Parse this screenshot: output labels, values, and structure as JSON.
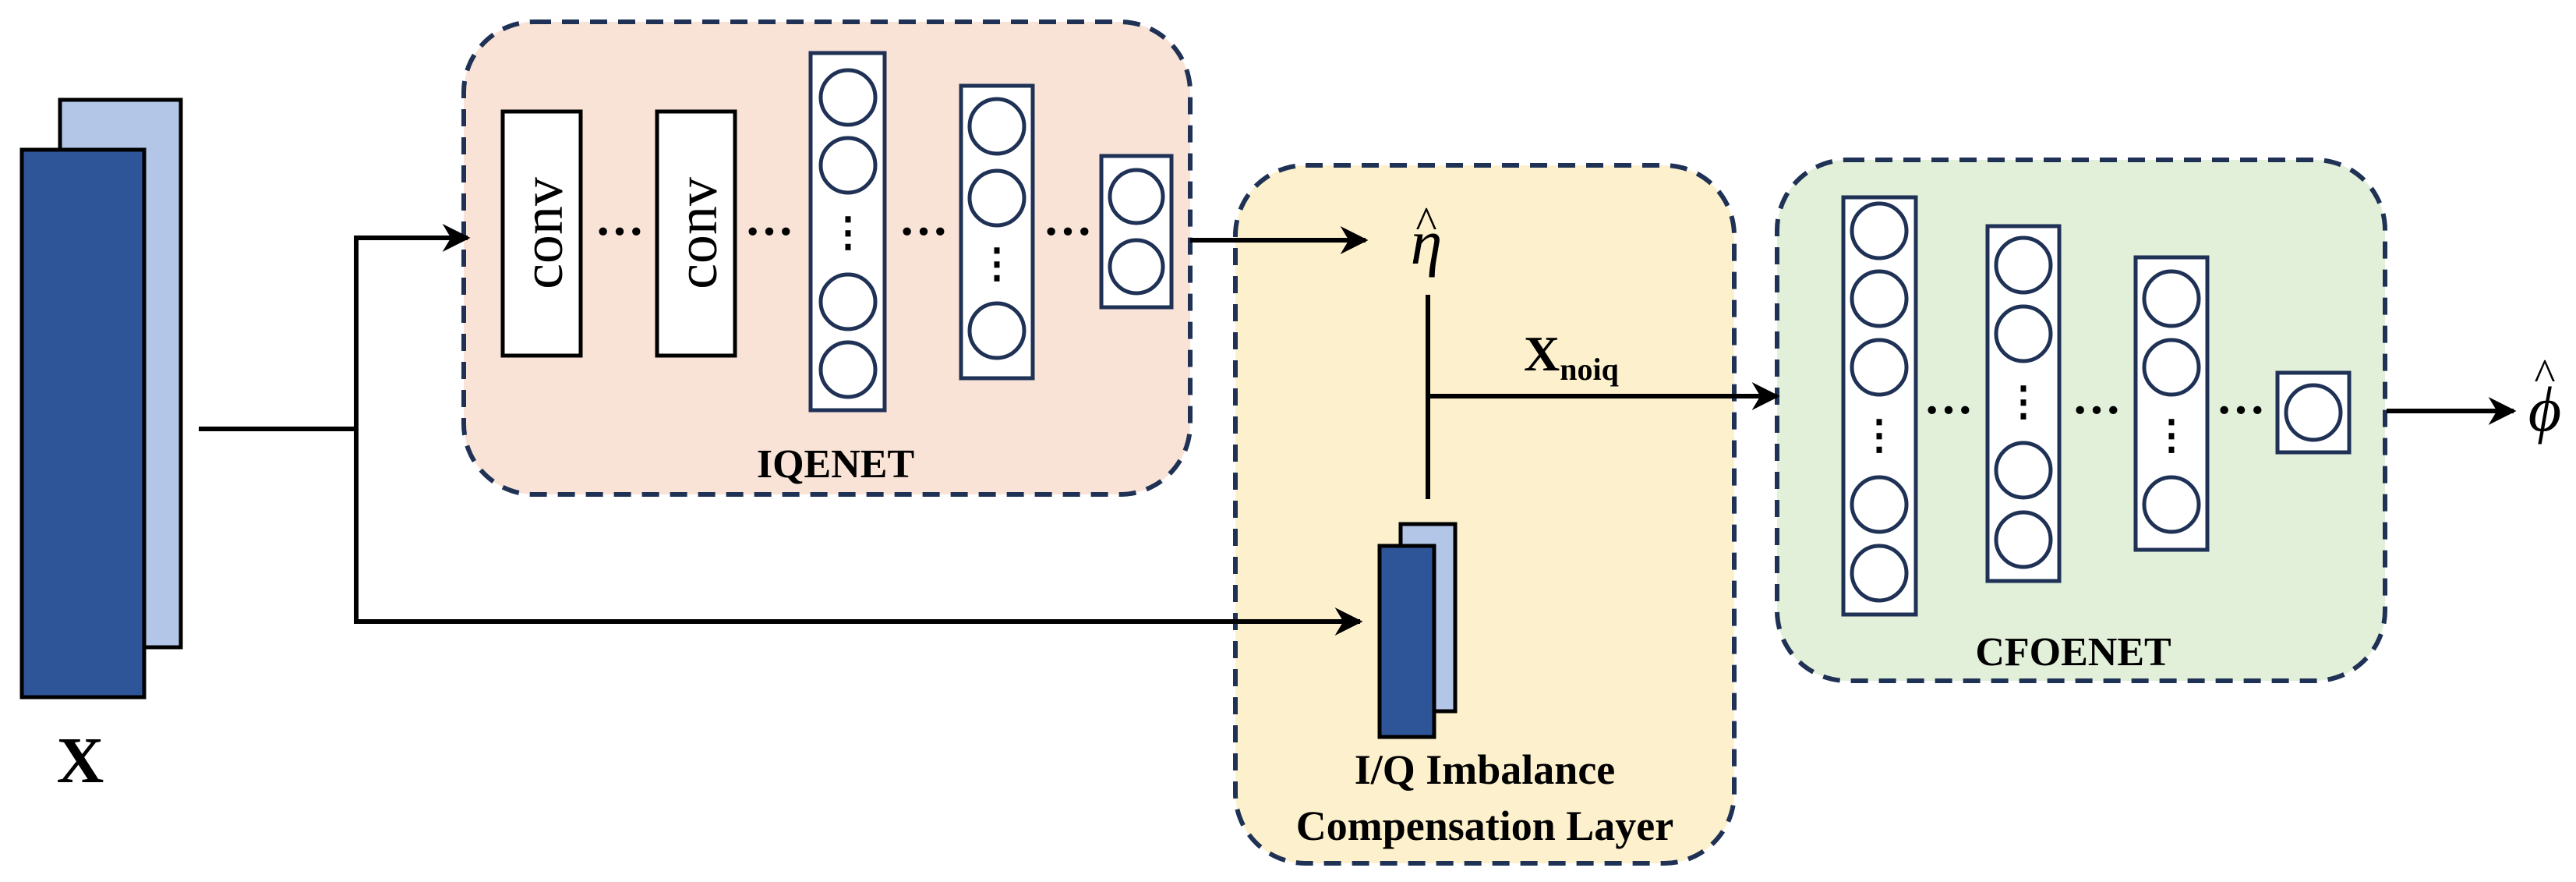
{
  "input": {
    "label": "X"
  },
  "iqenet": {
    "label": "IQENET",
    "conv_label": "conv",
    "dots": "···"
  },
  "eta": {
    "base": "η",
    "hat": "^"
  },
  "xnoiq": {
    "base": "X",
    "sub": "noiq"
  },
  "compensation": {
    "line1": "I/Q Imbalance",
    "line2": "Compensation Layer"
  },
  "cfoenet": {
    "label": "CFOENET",
    "dots": "···"
  },
  "phi": {
    "base": "ϕ",
    "hat": "^"
  },
  "colors": {
    "iqenet_fill": "#f9e3d6",
    "comp_fill": "#fdf1cd",
    "cfoenet_fill": "#e2efd9",
    "border": "#1f3256",
    "dark_blue": "#2e5597",
    "light_blue": "#b4c6e7"
  }
}
